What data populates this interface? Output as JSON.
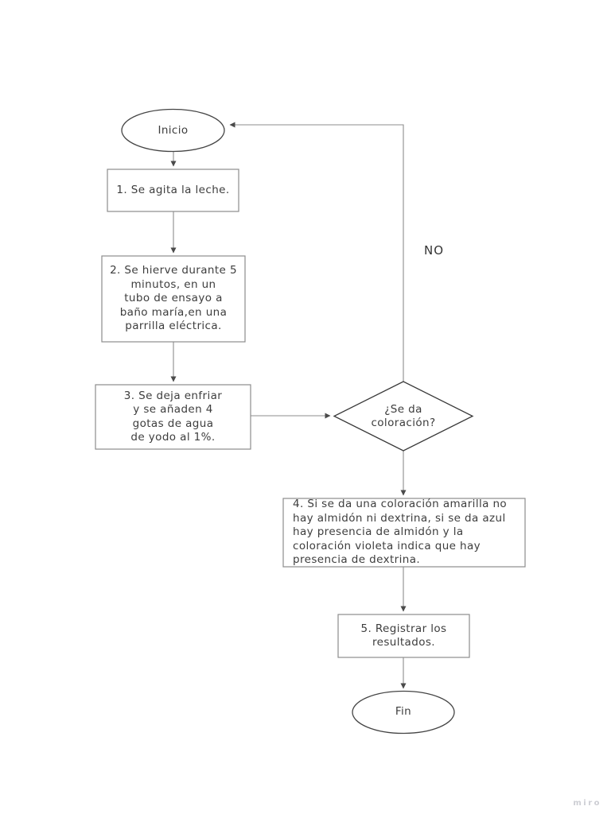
{
  "page": {
    "watermark": "miro"
  },
  "colors": {
    "terminator_border": "#444444",
    "decision_border": "#3a3a3a",
    "process_border": "#8d8d8d",
    "connector_line": "#8c8c8c",
    "arrowhead": "#4a4a4a",
    "shape_fill": "#ffffff",
    "text": "#3d3d3d",
    "watermark_color": "#cdced4"
  },
  "flowchart": {
    "nodes": {
      "start": {
        "label": "Inicio",
        "type": "terminator"
      },
      "step1": {
        "text": "1. Se agita la leche.",
        "type": "process"
      },
      "step2": {
        "text": "2. Se hierve durante 5\nminutos, en un\ntubo de ensayo a\nbaño maría,en una\nparrilla eléctrica.",
        "type": "process"
      },
      "step3": {
        "text": "3. Se deja enfriar\ny se añaden 4\ngotas de agua\nde yodo al 1%.",
        "type": "process"
      },
      "decision": {
        "text": "¿Se da\ncoloración?",
        "type": "decision"
      },
      "step4": {
        "text": "4. Si se da una coloración amarilla no\nhay almidón ni dextrina, si se da azul\nhay presencia de almidón y la\ncoloración violeta indica que hay\npresencia de dextrina.",
        "type": "process"
      },
      "step5": {
        "text": "5. Registrar los\nresultados.",
        "type": "process"
      },
      "end": {
        "label": "Fin",
        "type": "terminator"
      }
    },
    "edges": {
      "no_label": "NO"
    }
  }
}
